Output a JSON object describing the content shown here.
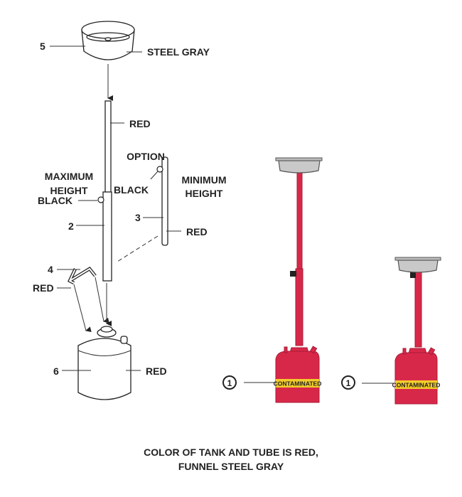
{
  "labels": {
    "part5": "5",
    "steel_gray": "STEEL GRAY",
    "red_upper_tube": "RED",
    "maximum_height_line1": "MAXIMUM",
    "maximum_height_line2": "HEIGHT",
    "black_knob": "BLACK",
    "part2": "2",
    "option": "OPTION",
    "option_black": "BLACK",
    "minimum_height_line1": "MINIMUM",
    "minimum_height_line2": "HEIGHT",
    "part3": "3",
    "red_option_tube": "RED",
    "part4": "4",
    "red_bracket": "RED",
    "part6": "6",
    "red_tank": "RED"
  },
  "assembled": {
    "callout_left": "1",
    "callout_right": "1",
    "tank_label": "CONTAMINATED"
  },
  "caption": {
    "line1": "COLOR OF TANK AND TUBE IS RED,",
    "line2": "FUNNEL STEEL GRAY"
  },
  "colors": {
    "tank_red": "#d8284a",
    "funnel_gray": "#c9c9c9",
    "label_yellow": "#f2cc2a"
  }
}
